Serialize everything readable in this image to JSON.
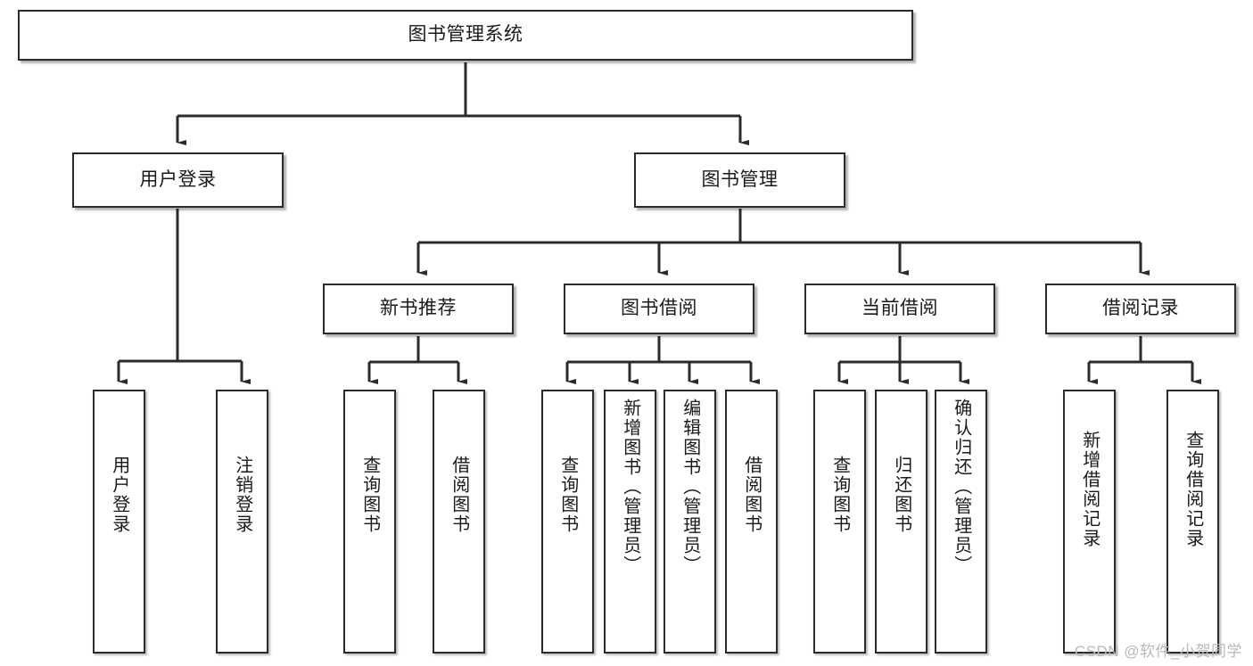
{
  "diagram": {
    "title": "图书管理系统",
    "type": "tree-hierarchy-diagram",
    "watermark": "CSDN @软件_小贺同学",
    "colors": {
      "box_border": "#2b2b2b",
      "box_fill": "#ffffff",
      "text": "#1a1a1a",
      "connector": "#2b2b2b",
      "watermark": "#b9b9b9"
    },
    "root": {
      "id": "root",
      "label": "图书管理系统"
    },
    "level1": [
      {
        "id": "user-login",
        "label": "用户登录"
      },
      {
        "id": "book-manage",
        "label": "图书管理"
      }
    ],
    "level2": [
      {
        "id": "new-book-recommend",
        "label": "新书推荐",
        "parent": "book-manage"
      },
      {
        "id": "book-borrow",
        "label": "图书借阅",
        "parent": "book-manage"
      },
      {
        "id": "current-borrow",
        "label": "当前借阅",
        "parent": "book-manage"
      },
      {
        "id": "borrow-record",
        "label": "借阅记录",
        "parent": "book-manage"
      }
    ],
    "leaves": [
      {
        "id": "leaf-user-login",
        "label": "用户登录",
        "parent": "user-login"
      },
      {
        "id": "leaf-logout",
        "label": "注销登录",
        "parent": "user-login"
      },
      {
        "id": "leaf-query-book-1",
        "label": "查询图书",
        "parent": "new-book-recommend"
      },
      {
        "id": "leaf-borrow-book-1",
        "label": "借阅图书",
        "parent": "new-book-recommend"
      },
      {
        "id": "leaf-query-book-2",
        "label": "查询图书",
        "parent": "book-borrow"
      },
      {
        "id": "leaf-add-book",
        "label": "新增图书（管理员）",
        "parent": "book-borrow"
      },
      {
        "id": "leaf-edit-book",
        "label": "编辑图书（管理员）",
        "parent": "book-borrow"
      },
      {
        "id": "leaf-borrow-book-2",
        "label": "借阅图书",
        "parent": "book-borrow"
      },
      {
        "id": "leaf-query-book-3",
        "label": "查询图书",
        "parent": "current-borrow"
      },
      {
        "id": "leaf-return-book",
        "label": "归还图书",
        "parent": "current-borrow"
      },
      {
        "id": "leaf-confirm-return",
        "label": "确认归还（管理员）",
        "parent": "current-borrow"
      },
      {
        "id": "leaf-add-record",
        "label": "新增借阅记录",
        "parent": "borrow-record"
      },
      {
        "id": "leaf-query-record",
        "label": "查询借阅记录",
        "parent": "borrow-record"
      }
    ]
  }
}
